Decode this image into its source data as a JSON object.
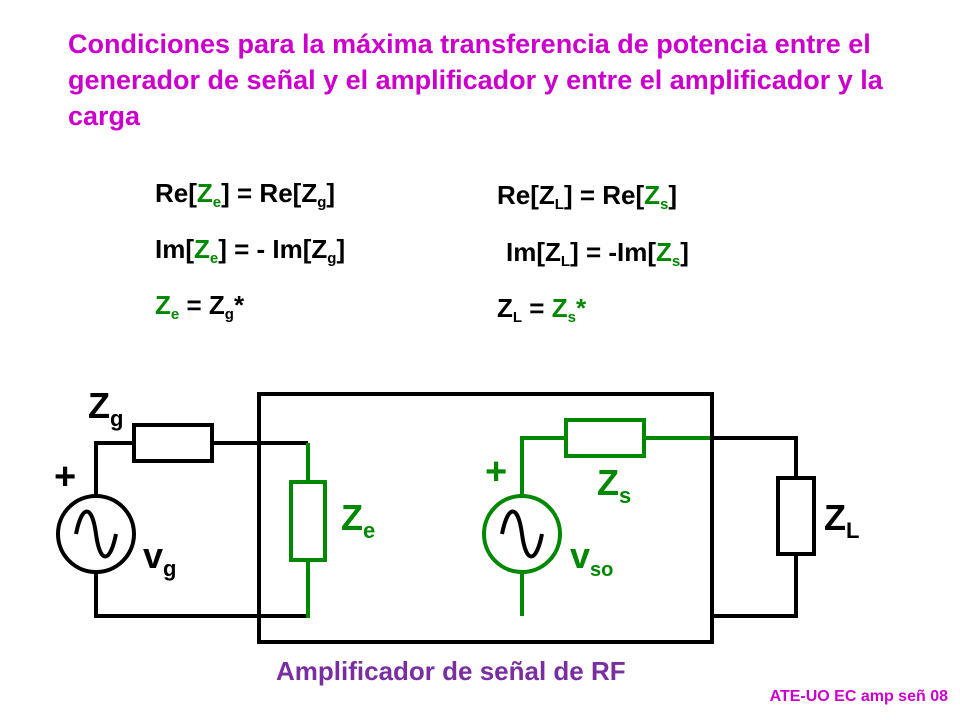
{
  "title": "Condiciones para la máxima transferencia de potencia entre el generador de señal y el amplificador y entre el amplificador y la carga",
  "equations": {
    "left": {
      "re": {
        "pre": "Re[",
        "z1": "Z",
        "s1": "e",
        "mid": "] = Re[",
        "z2": "Z",
        "s2": "g",
        "post": "]"
      },
      "im": {
        "pre": "Im[",
        "z1": "Z",
        "s1": "e",
        "mid": "] = - Im[",
        "z2": "Z",
        "s2": "g",
        "post": "]"
      },
      "conj": {
        "z1": "Z",
        "s1": "e",
        "mid": " = ",
        "z2": "Z",
        "s2": "g",
        "post": "*"
      }
    },
    "right": {
      "re": {
        "pre": "Re[",
        "z1": "Z",
        "s1": "L",
        "mid": "] = Re[",
        "z2": "Z",
        "s2": "s",
        "post": "]"
      },
      "im": {
        "pre": "Im[",
        "z1": "Z",
        "s1": "L",
        "mid": "] = -Im[",
        "z2": "Z",
        "s2": "s",
        "post": "]"
      },
      "conj": {
        "z1": "Z",
        "s1": "L",
        "mid": " = ",
        "z2": "Z",
        "s2": "s",
        "post": "*"
      }
    }
  },
  "circuit": {
    "zg": {
      "main": "Z",
      "sub": "g"
    },
    "ze": {
      "main": "Z",
      "sub": "e"
    },
    "zs": {
      "main": "Z",
      "sub": "s"
    },
    "zl": {
      "main": "Z",
      "sub": "L"
    },
    "vg": {
      "main": "v",
      "sub": "g"
    },
    "vso": {
      "main": "v",
      "sub": "so"
    },
    "plus": "+",
    "colors": {
      "black": "#000000",
      "green": "#008800"
    }
  },
  "caption": "Amplificador de señal de RF",
  "footer": "ATE-UO EC amp señ 08"
}
